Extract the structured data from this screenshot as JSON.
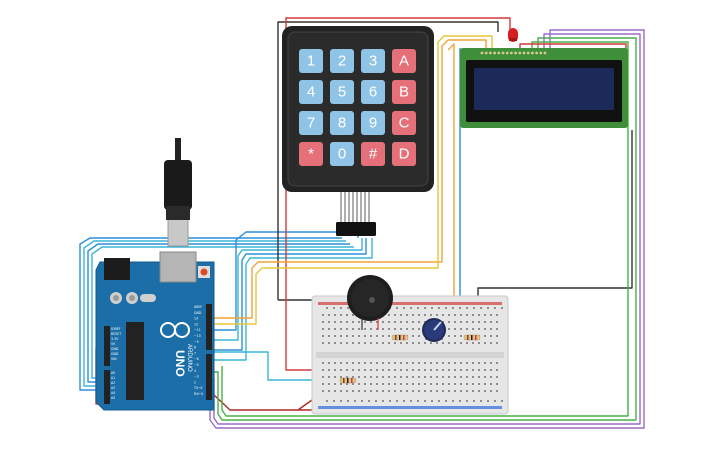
{
  "keypad": {
    "rows": [
      [
        "1",
        "2",
        "3",
        "A"
      ],
      [
        "4",
        "5",
        "6",
        "B"
      ],
      [
        "7",
        "8",
        "9",
        "C"
      ],
      [
        "*",
        "0",
        "#",
        "D"
      ]
    ],
    "colors": {
      "digit": "#8fc4e6",
      "letter": "#e5707a",
      "body": "#222222"
    }
  },
  "arduino": {
    "brand": "ARDUINO",
    "model": "UNO",
    "board_color": "#1b6ea8",
    "header_labels_left": [
      "IOREF",
      "RESET",
      "3.3V",
      "5V",
      "GND",
      "GND",
      "VIN"
    ],
    "analog_labels": [
      "A0",
      "A1",
      "A2",
      "A3",
      "A4",
      "A5"
    ],
    "digital_labels": [
      "AREF",
      "GND",
      "13",
      "12",
      "~11",
      "~10",
      "~9",
      "8",
      "7",
      "~6",
      "~5",
      "4",
      "~3",
      "2",
      "TX→1",
      "RX←0"
    ]
  },
  "lcd": {
    "body_color": "#3f8f3a",
    "screen_color": "#1c2a5a"
  },
  "wire_colors": {
    "blue": "#2f8fd8",
    "cyan": "#38b6d6",
    "black": "#333333",
    "red": "#d23a3a",
    "orange": "#f0a33a",
    "yellow": "#e7c53a",
    "green": "#4ab04a",
    "purple": "#9a6ac8",
    "dark_red": "#b02828"
  }
}
